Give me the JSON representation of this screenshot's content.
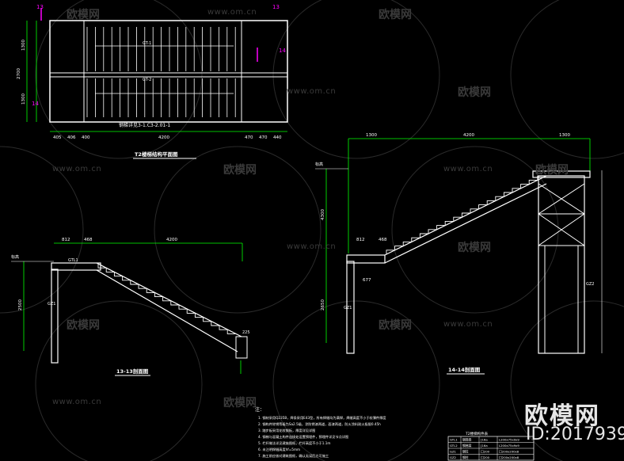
{
  "colors": {
    "background": "#000000",
    "structure": "#ffffff",
    "dimension": "#00ff00",
    "section_mark": "#ff00ff",
    "axis": "#ff3333",
    "note_text": "#ffffff",
    "watermark": "#3a3a3a"
  },
  "plan": {
    "title": "T2楼梯结构平面图",
    "grid_marks": [
      "13",
      "13",
      "14",
      "14"
    ],
    "bottom_dims": [
      "405",
      "406",
      "400",
      "4200",
      "470",
      "470",
      "440"
    ],
    "left_dims": [
      "1300",
      "2700",
      "1300"
    ],
    "stair_label": "GT-1",
    "beam_label": "GT-2",
    "note": "钢梯详见3-1.C3-2.01-1"
  },
  "section_13": {
    "title": "13-13剖面图",
    "top_dims": [
      "812",
      "468",
      "4200"
    ],
    "height_dim": "2500",
    "level_label": "标高",
    "beam_label": "GTL1",
    "column_label": "GZ1",
    "base_dim": "225"
  },
  "section_14": {
    "title": "14-14剖面图",
    "top_dims": [
      "1300",
      "4200",
      "1300"
    ],
    "height_dims": [
      "4300",
      "2650"
    ],
    "level_label": "标高",
    "bottom_dims": [
      "812",
      "468",
      "677"
    ],
    "frame_label": "GZ2",
    "column_label": "GZ1"
  },
  "notes": {
    "heading": "注：",
    "lines": [
      "1. 钢材采用Q235B，焊条采用E43型，所有焊缝均为满焊，焊缝高度不小于较薄件厚度",
      "2. 钢构件除锈等级为Sa2.5级，涂防锈漆两道，面漆两道，防火涂料耐火极限0.45h",
      "3. 踏步板采用花纹钢板，厚度详见详图",
      "4. 钢梯与混凝土构件连接处设置预埋件，预埋件详见节点详图",
      "5. 栏杆做法详见建施图纸，栏杆高度不小于1.1m",
      "6. 未注明焊缝高度hf=5mm",
      "7. 施工前应核对建筑图纸，确认无误后方可施工"
    ]
  },
  "table": {
    "title": "T2楼梯构件表",
    "rows": [
      [
        "GTL1",
        "钢梯梁",
        "[16a",
        "L200x75x9x9"
      ],
      [
        "GTL2",
        "钢梯梁",
        "[16a",
        "L200x75x9x9"
      ],
      [
        "GZ1",
        "钢柱",
        "口200",
        "口200x200x8"
      ],
      [
        "GZ2",
        "钢柱",
        "口200",
        "口200x200x8"
      ]
    ]
  },
  "watermarks": {
    "url": "www.om.cn",
    "brand_small": "欧模网",
    "brand": "欧模网",
    "id": "ID:2017939"
  }
}
